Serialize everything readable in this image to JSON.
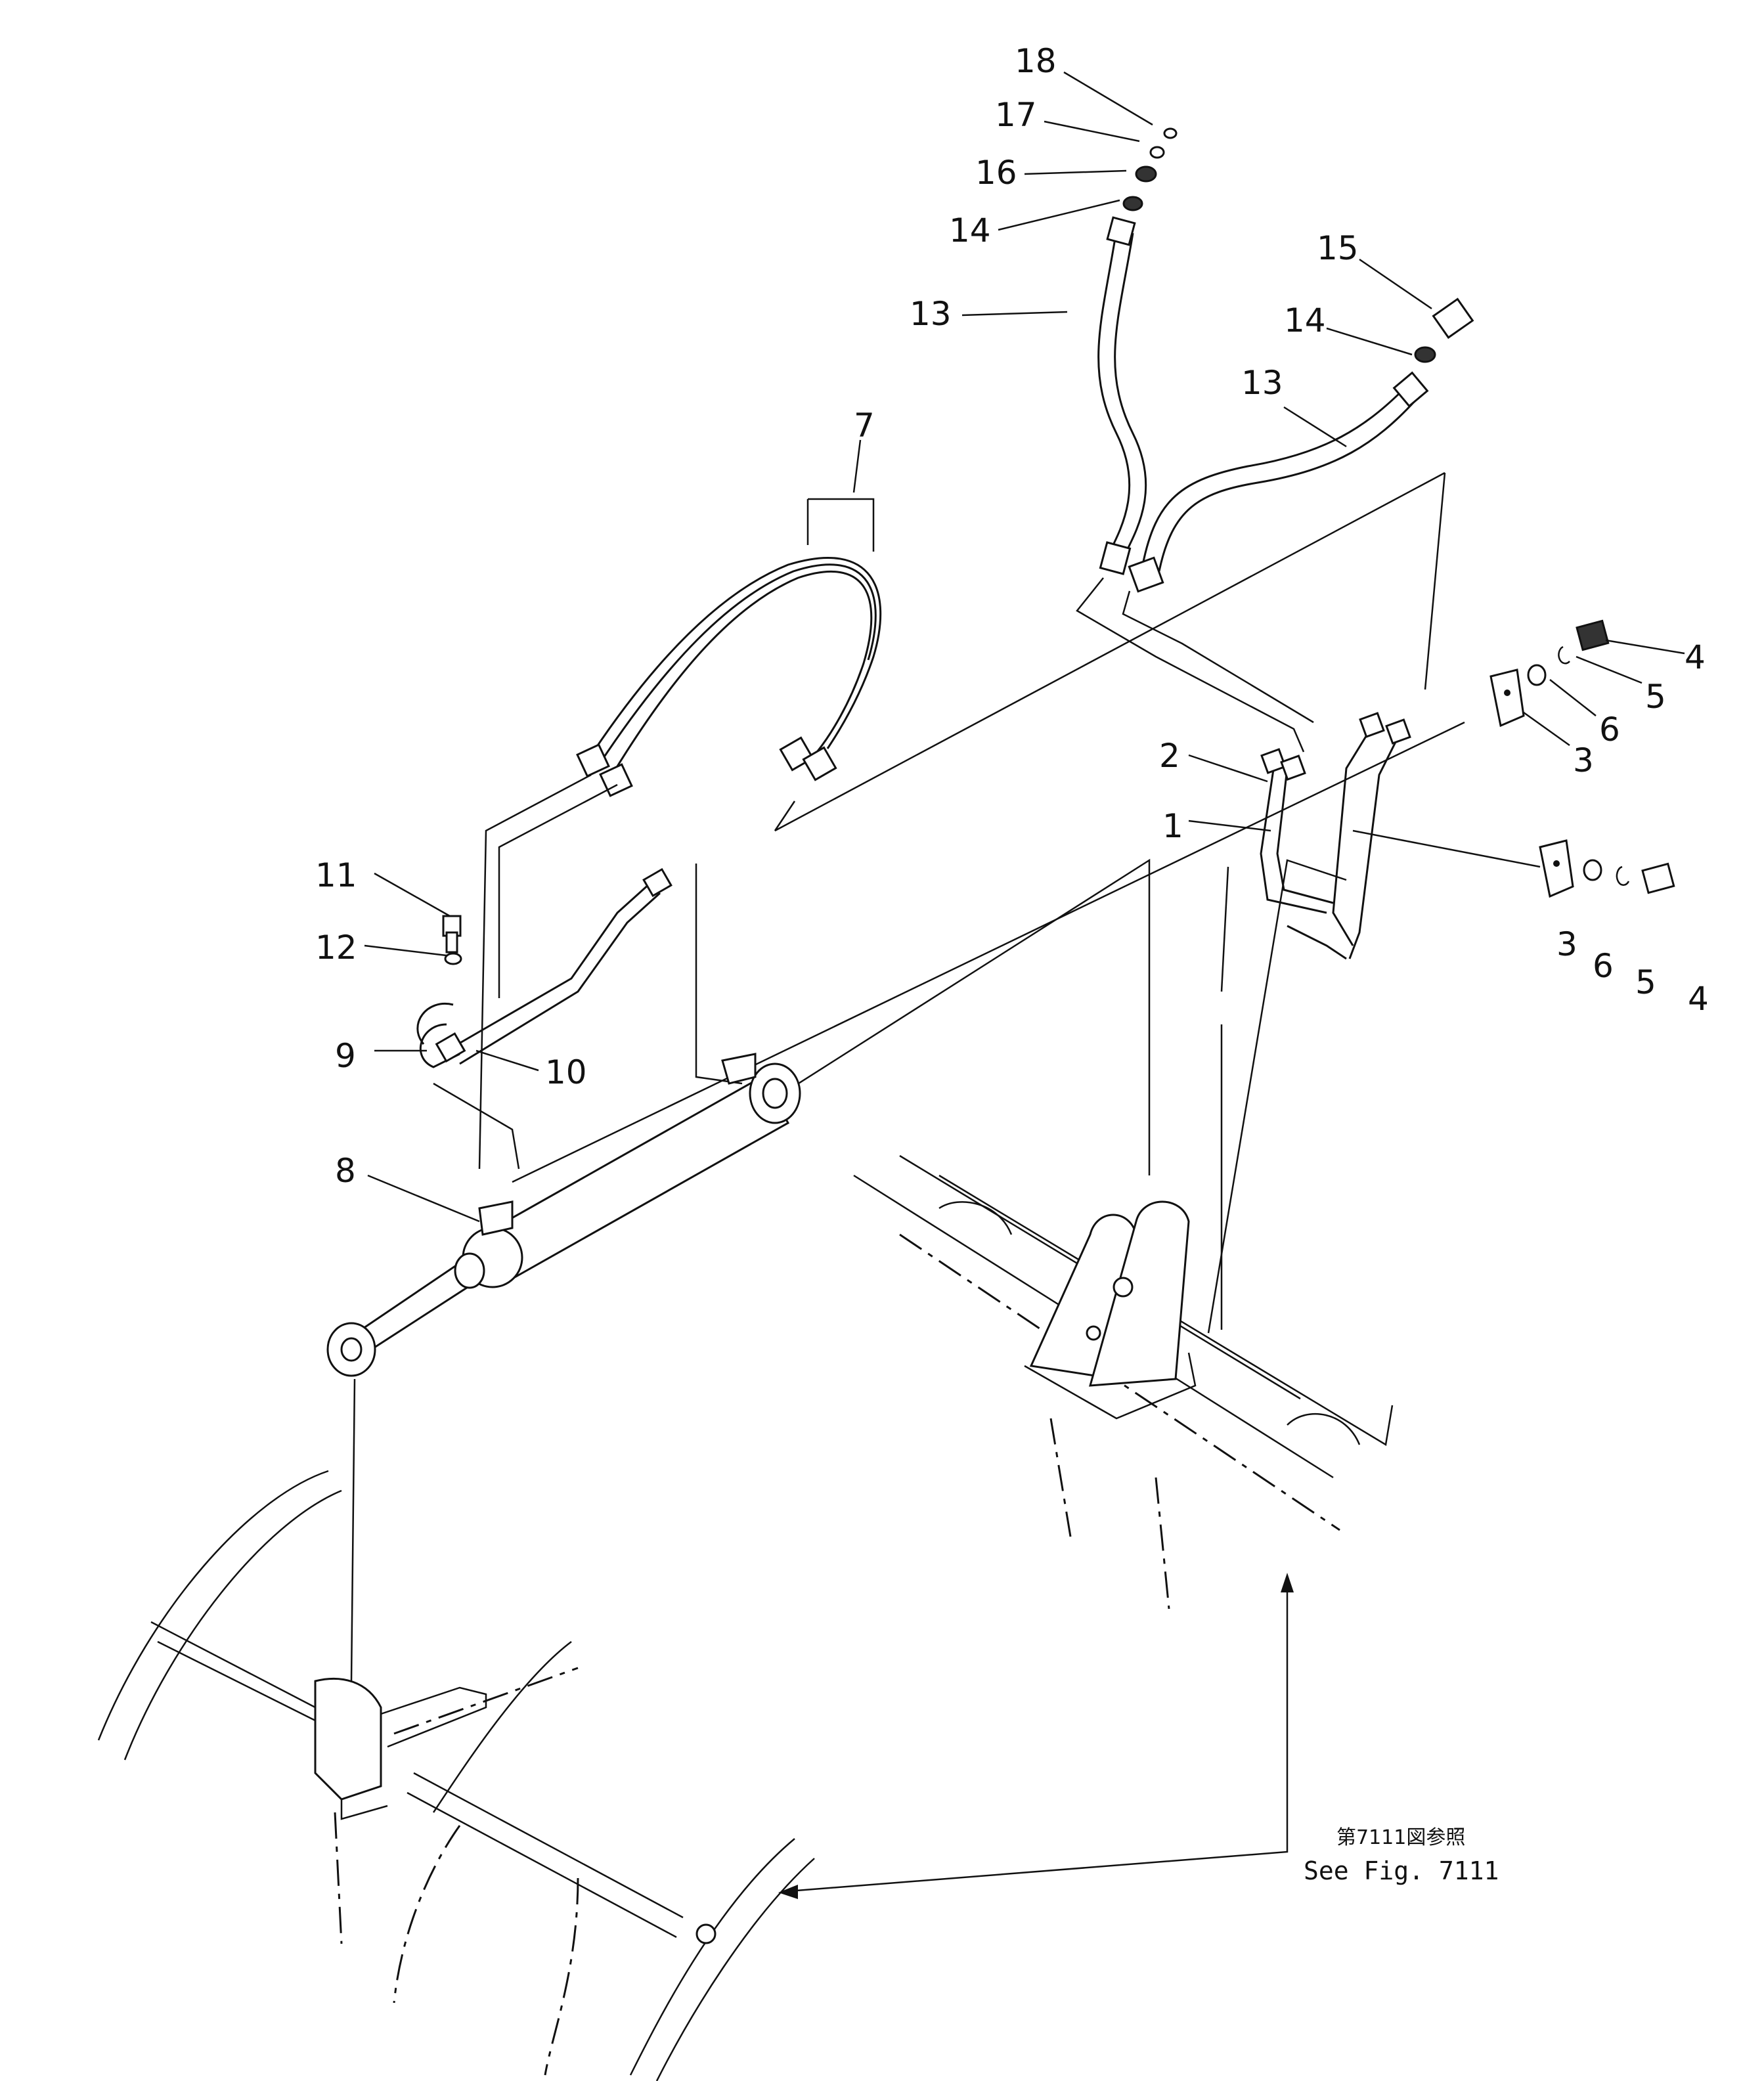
{
  "callouts": [
    {
      "id": "c18",
      "text": "18"
    },
    {
      "id": "c17",
      "text": "17"
    },
    {
      "id": "c16",
      "text": "16"
    },
    {
      "id": "c14a",
      "text": "14"
    },
    {
      "id": "c13a",
      "text": "13"
    },
    {
      "id": "c15",
      "text": "15"
    },
    {
      "id": "c14b",
      "text": "14"
    },
    {
      "id": "c13b",
      "text": "13"
    },
    {
      "id": "c7",
      "text": "7"
    },
    {
      "id": "c4a",
      "text": "4"
    },
    {
      "id": "c5a",
      "text": "5"
    },
    {
      "id": "c6a",
      "text": "6"
    },
    {
      "id": "c3a",
      "text": "3"
    },
    {
      "id": "c2",
      "text": "2"
    },
    {
      "id": "c1",
      "text": "1"
    },
    {
      "id": "c3b",
      "text": "3"
    },
    {
      "id": "c6b",
      "text": "6"
    },
    {
      "id": "c5b",
      "text": "5"
    },
    {
      "id": "c4b",
      "text": "4"
    },
    {
      "id": "c11",
      "text": "11"
    },
    {
      "id": "c12",
      "text": "12"
    },
    {
      "id": "c9",
      "text": "9"
    },
    {
      "id": "c10",
      "text": "10"
    },
    {
      "id": "c8",
      "text": "8"
    }
  ],
  "reference_note": {
    "japanese": "第7111図参照",
    "english": "See Fig. 7111"
  }
}
